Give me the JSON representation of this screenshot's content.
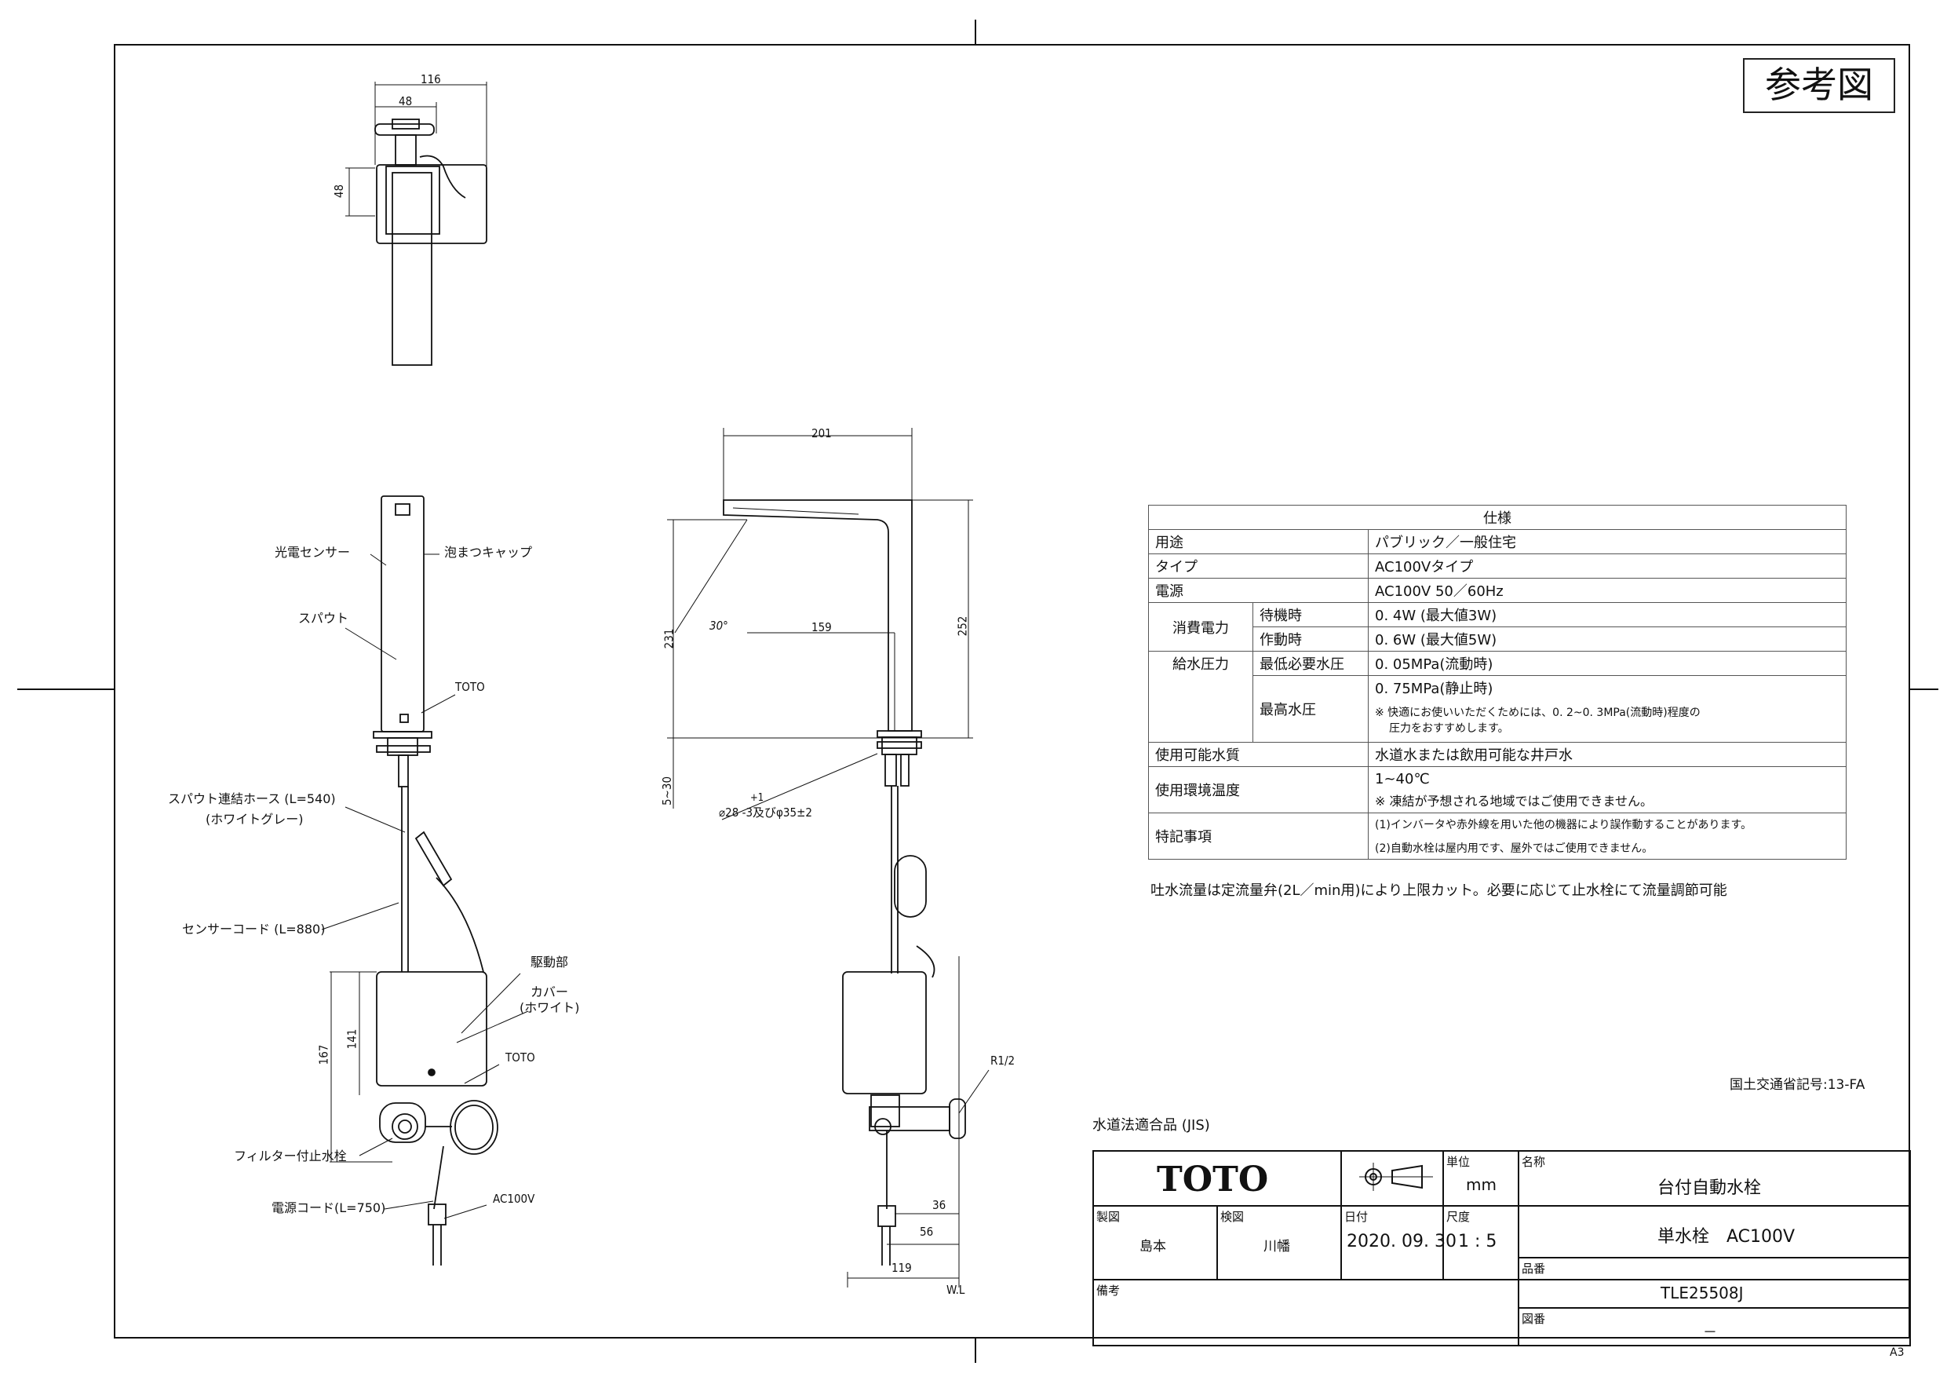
{
  "reference_badge": "参考図",
  "callouts": {
    "sensor": "光電センサー",
    "aerator": "泡まつキャップ",
    "spout": "スパウト",
    "toto_spout": "TOTO",
    "hose": "スパウト連結ホース (L=540)",
    "hose_color": "(ホワイトグレー)",
    "sensor_cord": "センサーコード (L=880)",
    "drive_unit": "駆動部",
    "cover": "カバー",
    "cover_color": "(ホワイト)",
    "toto_unit": "TOTO",
    "filter_valve": "フィルター付止水栓",
    "power_cord": "電源コード(L=750)",
    "ac100v": "AC100V",
    "r12": "R1/2",
    "wl": "W.L"
  },
  "dimensions": {
    "d116": "116",
    "d48a": "48",
    "d48b": "48",
    "d201": "201",
    "d231": "231",
    "d252": "252",
    "d159": "159",
    "d30deg": "30°",
    "d5_30": "5~30",
    "hole_plus": "+1",
    "hole": "⌀28 -3及びφ35±2",
    "d167": "167",
    "d141": "141",
    "d36": "36",
    "d56": "56",
    "d119": "119"
  },
  "spec_table": {
    "header": "仕様",
    "rows": [
      {
        "label": "用途",
        "value": "パブリック／一般住宅"
      },
      {
        "label": "タイプ",
        "value": "AC100Vタイプ"
      },
      {
        "label": "電源",
        "value": "AC100V 50／60Hz"
      }
    ],
    "power_label": "消費電力",
    "standby_label": "待機時",
    "standby_value": "0. 4W (最大値3W)",
    "operate_label": "作動時",
    "operate_value": "0. 6W (最大値5W)",
    "pressure_label": "給水圧力",
    "minp_label": "最低必要水圧",
    "minp_value": "0. 05MPa(流動時)",
    "maxp_label": "最高水圧",
    "maxp_value": "0. 75MPa(静止時)",
    "maxp_note1": "※ 快適にお使いいただくためには、0. 2~0. 3MPa(流動時)程度の",
    "maxp_note2": "圧力をおすすめします。",
    "water_label": "使用可能水質",
    "water_value": "水道水または飲用可能な井戸水",
    "temp_label": "使用環境温度",
    "temp_value": "1~40℃",
    "temp_note": "※ 凍結が予想される地域ではご使用できません。",
    "special_label": "特記事項",
    "special_1": "(1)インバータや赤外線を用いた他の機器により誤作動することがあります。",
    "special_2": "(2)自動水栓は屋内用です、屋外ではご使用できません。"
  },
  "flow_note": "吐水流量は定流量弁(2L／min用)により上限カット。必要に応じて止水栓にて流量調節可能",
  "mlit_code": "国土交通省記号:13-FA",
  "jis_note": "水道法適合品 (JIS)",
  "title_block": {
    "brand": "TOTO",
    "unit_caption": "単位",
    "unit_value": "mm",
    "name_caption": "名称",
    "name_value": "台付自動水栓",
    "subname_value": "単水栓　AC100V",
    "drawn_caption": "製図",
    "drawn_value": "島本",
    "checked_caption": "検図",
    "checked_value": "川幡",
    "date_caption": "日付",
    "date_value": "2020. 09. 30",
    "scale_caption": "尺度",
    "scale_value": "1 : 5",
    "part_caption": "品番",
    "part_value": "TLE25508J",
    "remarks_caption": "備考",
    "drawing_caption": "図番",
    "drawing_value": "－"
  },
  "sheet_size": "A3"
}
